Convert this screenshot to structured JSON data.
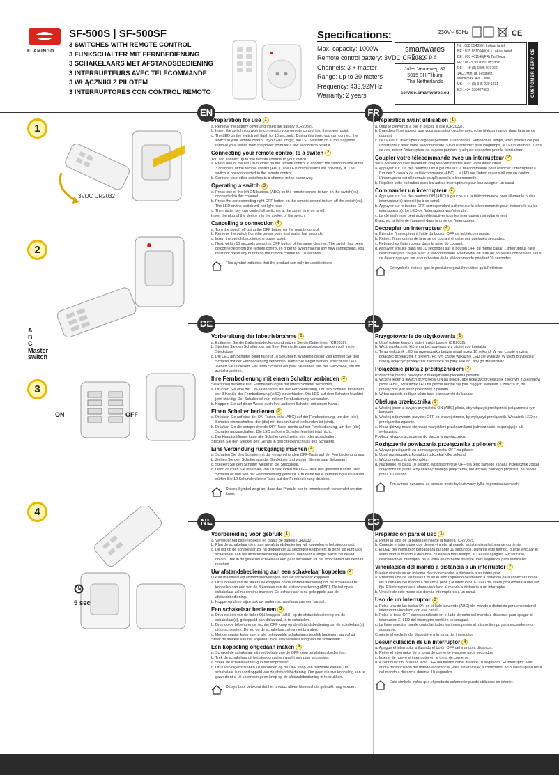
{
  "header": {
    "logo_text": "FLAMINGO",
    "model": "SF-500S | SF-500SF",
    "titles": [
      "3 SWITCHES WITH REMOTE CONTROL",
      "3 FUNKSCHALTER MIT FERNBEDIENUNG",
      "3 SCHAKELAARS MET AFSTANDSBEDIENING",
      "3 INTERRUPTEURS AVEC TÉLÉCOMMANDE",
      "3 WŁĄCZNIKI Z PILOTEM",
      "3 INTERRUPTORES CON CONTROL REMOTO"
    ]
  },
  "specs": {
    "title": "Specifications:",
    "lines": [
      "Max. capacity: 1000W",
      "Remote control battery: 3VDC CR2032",
      "Channels: 3 + master",
      "Range: up to 30 meters",
      "Frequency: 433,92MHz",
      "Warranty: 2 years"
    ],
    "voltage": "230V~ 50Hz"
  },
  "service": {
    "brand": "smartwares",
    "region": "Europe",
    "address": [
      "Jules Verneweg 87",
      "5015 BH Tilburg",
      "The Netherlands"
    ],
    "url": "service.smartwares.eu",
    "phones": [
      "NL : 088 5540501 Lokaal tarief",
      "BE : 078 6810940(NL) Lokaal tarief",
      "BE : 078 401140(FR) Tarif local",
      "FR : 0823 360 680 18ct/min",
      "DE : +49 (0) 1805 010762",
      "14Ct./Min. dt. Festnetz,",
      "Mobil max. 42Ct./Min",
      "UK : +44 (0) 345 230 1231",
      "ES : +34 938427589"
    ],
    "side_label": "CUSTOMER SERVICE"
  },
  "steps": {
    "s1": "1",
    "s2": "2",
    "s3": "3",
    "s4": "4",
    "battery_label": "3VDC CR2032",
    "abc": [
      "A",
      "B",
      "C",
      "Master",
      "switch"
    ],
    "on": "ON",
    "off": "OFF",
    "timer": "5 sec"
  },
  "sections": {
    "en": {
      "badge": "EN",
      "blocks": [
        {
          "h": "Preparation for use",
          "n": "1",
          "items": [
            "a. Remove the battery cover and insert the battery (CR2032).",
            "b. Insert the switch you wish to connect to your remote control into the power point.",
            "c. The LED on the switch will flash for 10 seconds. During this time, you can connect the switch to your remote control. If you wait longer, the LED will turn off. If this happens, remove your switch from the power point for a few seconds to reset it."
          ]
        },
        {
          "h": "Connecting your remote control to a switch",
          "n": "2",
          "items": [
            "You can connect up to five remote controls to your switch.",
            "a. Press one of the left ON buttons on the remote control to connect the switch to one of the 3 channels of the remote control (ABC). The LED on the switch will now stay lit. The switch is now connected to the remote control.",
            "b. Connect your other switches to a channel in the same way."
          ]
        },
        {
          "h": "Operating a switch",
          "n": "3",
          "items": [
            "a. Press one of the left ON buttons (ABC) on the remote control to turn on the switch(es) connected to this channel.",
            "b. Press the corresponding right OFF button on the remote control to turn off the switch(es). The LED on the switch will not light now.",
            "c. The master key can control all switches at the same time on or off.",
            "Insert the plug of the device into the socket of the switch."
          ]
        },
        {
          "h": "Cancelling a connection",
          "n": "4",
          "items": [
            "a. Turn the switch off using the OFF button on the remote control.",
            "b. Remove the switch from the power point and wait a few seconds.",
            "c. Insert the switch back into the power point.",
            "d. Next, within 10 seconds press the OFF button of the same channel. The switch has been disconnected from the remote control. In order to avoid making any new connections, you must not press any button on the remote control for 10 seconds."
          ]
        }
      ],
      "note": "This symbol indicates that the product can only be used indoors."
    },
    "fr": {
      "badge": "FR",
      "blocks": [
        {
          "h": "Préparation avant utilisation",
          "n": "1",
          "items": [
            "a. Ôtez le couvercle à pile et placez la pile (CR2032).",
            "b. Branchez l'interrupteur que vous souhaitez coupler avec votre télécommande dans la prise de courant.",
            "c. Le LED sur l'interrupteur clignote pendant 10 secondes. Pendant ce temps, vous pouvez coupler l'interrupteur avec votre télécommande. Si vous attendez plus longtemps, le LED s'éteindra. Dans ce cas, retirez l'interrupteur de la prise pendant quelques secondes pour le réinitialiser."
          ]
        },
        {
          "h": "Coupler votre télécommande avec un interrupteur",
          "n": "2",
          "items": [
            "Vous pouvez coupler maximum cinq télécommandes avec votre interrupteur.",
            "a. Appuyez sur l'un des boutons ON à gauche sur la télécommande pour associer l'interrupteur à l'un des 3 canaux de la télécommande (ABC). Le LED sur l'interrupteur s'allume en continu. L'interrupteur est désormais couplé avec la télécommande.",
            "b. Répétez cette opération avec les autres interrupteurs pour leur assigner un canal."
          ]
        },
        {
          "h": "Commander un interrupteur",
          "n": "3",
          "items": [
            "a. Appuyez sur l'un des boutons ON (ABC) à gauche sur la télécommande pour allumer le ou les interrupteur(s) associé(s) à ce canal.",
            "b. Appuyez sur le bouton OFF correspondant à droite sur la télécommande pour éteindre le ou les interrupteur(s). Le LED de l'interrupteur va s'éteindre.",
            "c. La clé maîtresse peut activer/désactiver tous les interrupteurs simultanément.",
            "Branchez la fiche de l'appareil dans la prise de l'interrupteur."
          ]
        },
        {
          "h": "Découpler un interrupteur",
          "n": "4",
          "items": [
            "a. Éteindre l'interrupteur à l'aide du bouton OFF de la télécommande.",
            "b. Retirez l'interrupteur de la prise de courant et patientez quelques secondes.",
            "c. Rebranchez l'interrupteur dans la prise de courant.",
            "d. Appuyez ensuite dans les 10 secondes sur le bouton OFF du même canal. L'interrupteur n'est désormais plus couplé avec la télécommande. Pour éviter de faire de nouvelles connexions, vous ne devez appuyer sur aucun bouton de la télécommande pendant 10 secondes."
          ]
        }
      ],
      "note": "Ce symbole indique que le produit ne peut être utilisé qu'à l'intérieur."
    },
    "de": {
      "badge": "DE",
      "blocks": [
        {
          "h": "Vorbereitung der Inbetriebnahme",
          "n": "1",
          "items": [
            "a. Entfernen Sie die Batterieabdeckung und setzen Sie die Batterie ein (CR2032).",
            "b. Stecken Sie den Schalter, der mit Ihrer Fernbedienung gekoppelt werden soll, in die Steckdose.",
            "c. Die LED am Schalter blinkt nun für 10 Sekunden. Während dieser Zeit können Sie den Schalter mit der Fernbedienung verbinden. Wenn Sie länger warten, erlischt die LED. Ziehen Sie in diesem Fall Ihren Schalter ein paar Sekunden aus der Steckdose, um ihn zurückzusetzen."
          ]
        },
        {
          "h": "Ihre Fernbedienung mit einem Schalter verbinden",
          "n": "2",
          "items": [
            "Sie können maximal fünf Fernbedienungen mit Ihrem Schalter verbinden.",
            "a. Drücken Sie eine der ON-Tasten links auf der Fernbedienung, um den Schalter mit einem der 3 Kanäle der Fernbedienung (ABC) zu verbinden. Die LED auf dem Schalter leuchtet jetzt ständig. Der Schalter ist nun mit der Fernbedienung verbunden.",
            "b. Koppeln Sie auf diese Weise auch Ihre anderen Schalter mit einem Kanal."
          ]
        },
        {
          "h": "Einen Schalter bedienen",
          "n": "3",
          "items": [
            "a. Drücken Sie auf eine der ON-Tasten links (ABC) auf der Fernbedienung, um den (die) Schalter einzuschalten, der (die) mit diesem Kanal verbunden ist (sind).",
            "b. Drücken Sie die entsprechende OFF-Taste rechts auf der Fernbedienung, um den (die) Schalter auszuschalten. Die LED auf dem Schalter leuchtet jetzt nicht.",
            "c. Der Hauptschlüssel kann alle Schalter gleichzeitig ein- oder ausschalten.",
            "Stecken Sie den Stecker des Geräts in den Steckanschluss des Schalters."
          ]
        },
        {
          "h": "Eine Verbindung rückgängig machen",
          "n": "4",
          "items": [
            "a. Schalten Sie den Schalter mit der entsprechenden OFF-Taste auf der Fernbedienung aus.",
            "b. Ziehen Sie den Schalter aus der Steckdose und warten Sie ein paar Sekunden.",
            "c. Stecken Sie den Schalter wieder in die Steckdose.",
            "d. Dann drücken Sie innerhalb von 10 Sekunden die OFF-Taste des gleichen Kanals. Der Schalter ist nun von der Fernbedienung getrennt. Um keine neue Verbindung aufzubauen, dürfen Sie 10 Sekunden keine Taste auf der Fernbedienung drücken."
          ]
        }
      ],
      "note": "Dieses Symbol zeigt an, dass das Produkt nur im Innenbereich verwendet werden kann."
    },
    "pl": {
      "badge": "PL",
      "blocks": [
        {
          "h": "Przygotowanie do użytkowania",
          "n": "1",
          "items": [
            "a. Usuń osłonę komory baterii i włóż baterię (CR2032).",
            "b. Włóż przełącznik, który ma być powiązany z pilotem do kontaktu.",
            "c. Teraz wskaźnik LED na przełączniku będzie migał przez 10 sekund. W tym czasie można połączyć przełącznik z pilotem. Po tym czasie wskaźnik LED się wyłączy. W takim przypadku należy odłączyć przełącznik z kontaktu na parę sekund, aby go zresetować."
          ]
        },
        {
          "h": "Połączenie pilota z przełącznikiem",
          "n": "2",
          "items": [
            "Przełącznik można powiązać z maksymalnie pięcioma pilotami.",
            "a. Wciśnij jeden z lewych przycisków ON na pilocie, aby połączyć przełącznik z jednym z 3 kanałów pilota (ABC). Wskaźnik LED na pilocie będzie się palił ciągłym światłem. Oznacza to, że przełącznik jest teraz połączony z pilotem.",
            "b. W ten sposób podłącz także inne przełączniki do kanału."
          ]
        },
        {
          "h": "Obsługa przełącznika",
          "n": "3",
          "items": [
            "a. Wciśnij jeden z lewych przycisków ON (ABC) pilota, aby włączyć przełączniki połączone z tym kanałem.",
            "b. Wciśnij odpowiedni przycisk OFF po prawej stronie, by wyłączyć przełącznik. Wskaźnik LED na przełączniku zgaśnie.",
            "c. Klucz główny może sterować wszystkimi przełącznikami jednocześnie, włączając je lub wyłączając.",
            "Podłącz wtyczkę urządzenia do złącza w przełączniku."
          ]
        },
        {
          "h": "Rozłączenie powiązania przełącznika z pilotem",
          "n": "4",
          "items": [
            "a. Wyłącz przełącznik za pomocą przycisku OFF na pilocie.",
            "b. Usuń przełącznik z kontaktu i odczekaj kilka sekund.",
            "c. Włóż przełącznik do kontaktu.",
            "d. Następnie, w ciągu 10 sekund, wciśnij przycisk OFF dla tego samego kanału. Przełącznik został odłączony od pilota. Aby uniknąć nowego połączenia, nie wciskaj żadnego przycisku na pilocie przez 10 sekund."
          ]
        }
      ],
      "note": "Ten symbol oznacza, że produkt może być używany tylko w pomieszczeniach."
    },
    "nl": {
      "badge": "NL",
      "blocks": [
        {
          "h": "Voorbereiding voor gebruik",
          "n": "1",
          "items": [
            "a. Verwijder het batterij deksel en plaats de batterij (CR2032).",
            "b. Plug de schakelaar die u aan uw afstandsbediening wilt koppelen in het stopcontact.",
            "c. De led op de schakelaar zal nu gedurende 10 seconden knipperen. In deze tijd kunt u de schakelaar aan uw afstandsbediening koppelen. Wanneer u langer wacht zal de led doven. Trek in dit geval uw schakelaar een paar seconden uit het stopcontact om deze te resetten."
          ]
        },
        {
          "h": "Uw afstandsbediening aan een schakelaar koppelen",
          "n": "2",
          "items": [
            "U kunt maximaal vijf afstandsbedieningen aan uw schakelaar koppelen.",
            "a. Druk op één van de linker ON knoppen op de afstandsbediening om de schakelaar te koppelen aan één van de 3 kanalen van de afstandsbediening (ABC). De led op de schakelaar zal nu continu branden. De schakelaar is nu gekoppeld aan de afstandsbediening.",
            "b. Koppel op deze wijze ook uw andere schakelaars aan een kanaal."
          ]
        },
        {
          "h": "Een schakelaar bedienen",
          "n": "3",
          "items": [
            "a. Druk op één van de linker ON knoppen (ABC) op de afstandsbediening om de schakelaar(s), gekoppeld aan dit kanaal, in te schakelen.",
            "b. Druk op de bijbehorende rechter OFF knop op de afstandsbediening om de schakelaar(s) uit te schakelen. De led op de schakelaar zal nu niet branden.",
            "c. Met de master knop kunt u alle gekoppelde schakelaars tegelijk bedienen, aan of uit.",
            "Steek de stekker van het apparaat in de stekkeraansluiting van de schakelaar."
          ]
        },
        {
          "h": "Een koppeling ongedaan maken",
          "n": "4",
          "items": [
            "a. Schakel de schakelaar uit met behulp van de OFF knop op afstandsbediening.",
            "b. Trek de schakelaar uit het stopcontact en wacht een paar seconden.",
            "c. Steek de schakelaar terug in het stopcontact.",
            "d. Druk vervolgens binnen 10 seconden op de OFF knop van hetzelfde kanaal. De schakelaar is nu ontkoppeld van de afstandsbediening. Om geen nieuwe koppeling aan te gaan dient u 10 seconden geen knop op de afstandsbediening in te drukken."
          ]
        }
      ],
      "note": "Dit symbool betekent dat het product alleen binnenshuis gebruikt mag worden."
    },
    "es": {
      "badge": "ES",
      "blocks": [
        {
          "h": "Preparación para el uso",
          "n": "1",
          "items": [
            "a. Retire la tapa de la batería e inserte la batería (CR2032).",
            "b. Conecte el interruptor que desee vincular al mando a distancia a la toma de corriente.",
            "c. El LED del interruptor parpadeará durante 10 segundos. Durante este tiempo, puede vincular el interruptor al mando a distancia. Si espera más tiempo, el LED se apagará. En tal caso, desconecte el interruptor de la toma de corriente durante unos segundos para reiniciarlo."
          ]
        },
        {
          "h": "Vinculación del mando a distancia a un interruptor",
          "n": "2",
          "items": [
            "Pueden vincularse un máximo de cinco mandos a distancia a su interruptor.",
            "a. Presione una de las teclas ON en el lado izquierdo del mando a distancia para conectar uno de los 3 canales del mando a distancia (ABC) al interruptor. El LED del interruptor mostrará una luz fija. El interruptor está ahora vinculado al mando a distancia a un interruptor.",
            "b. Vincule de este modo sus demás interruptores a un canal."
          ]
        },
        {
          "h": "Uso de un interruptor",
          "n": "3",
          "items": [
            "a. Pulse una de las teclas ON en el lado izquierdo (ABC) del mando a distancia para encender el interruptor vinculado con ese canal.",
            "b. Pulse la tecla OFF correspondiente en el lado derecho del mando a distancia para apagar el interruptor. El LED del interruptor también se apagará.",
            "c. La llave maestra puede controlar todos los interruptores al mismo tiempo para encenderse o apagarse.",
            "Conecte el enchufe del dispositivo a la toma del interruptor."
          ]
        },
        {
          "h": "Desvinculación de un interruptor",
          "n": "4",
          "items": [
            "a. Apague el interruptor utilizando el botón OFF del mando a distancia.",
            "b. Retire el interruptor de la toma de corriente y espere unos segundos.",
            "c. Inserte de nuevo el interruptor en la toma de corriente.",
            "d. A continuación, pulse la tecla OFF del mismo canal durante 10 segundos. El interruptor está ahora desvinculado del mando a distancia. Para evitar volver a conectarlo, no pulse ninguna tecla del mando a distancia durante 10 segundos."
          ]
        }
      ],
      "note": "Este símbolo indica que el producto solamente puede utilizarse en interior."
    }
  },
  "colors": {
    "logo_red": "#d9261c",
    "accent_yellow": "#e9b800",
    "badge_dark": "#333333",
    "footer": "#2b2b2b"
  }
}
